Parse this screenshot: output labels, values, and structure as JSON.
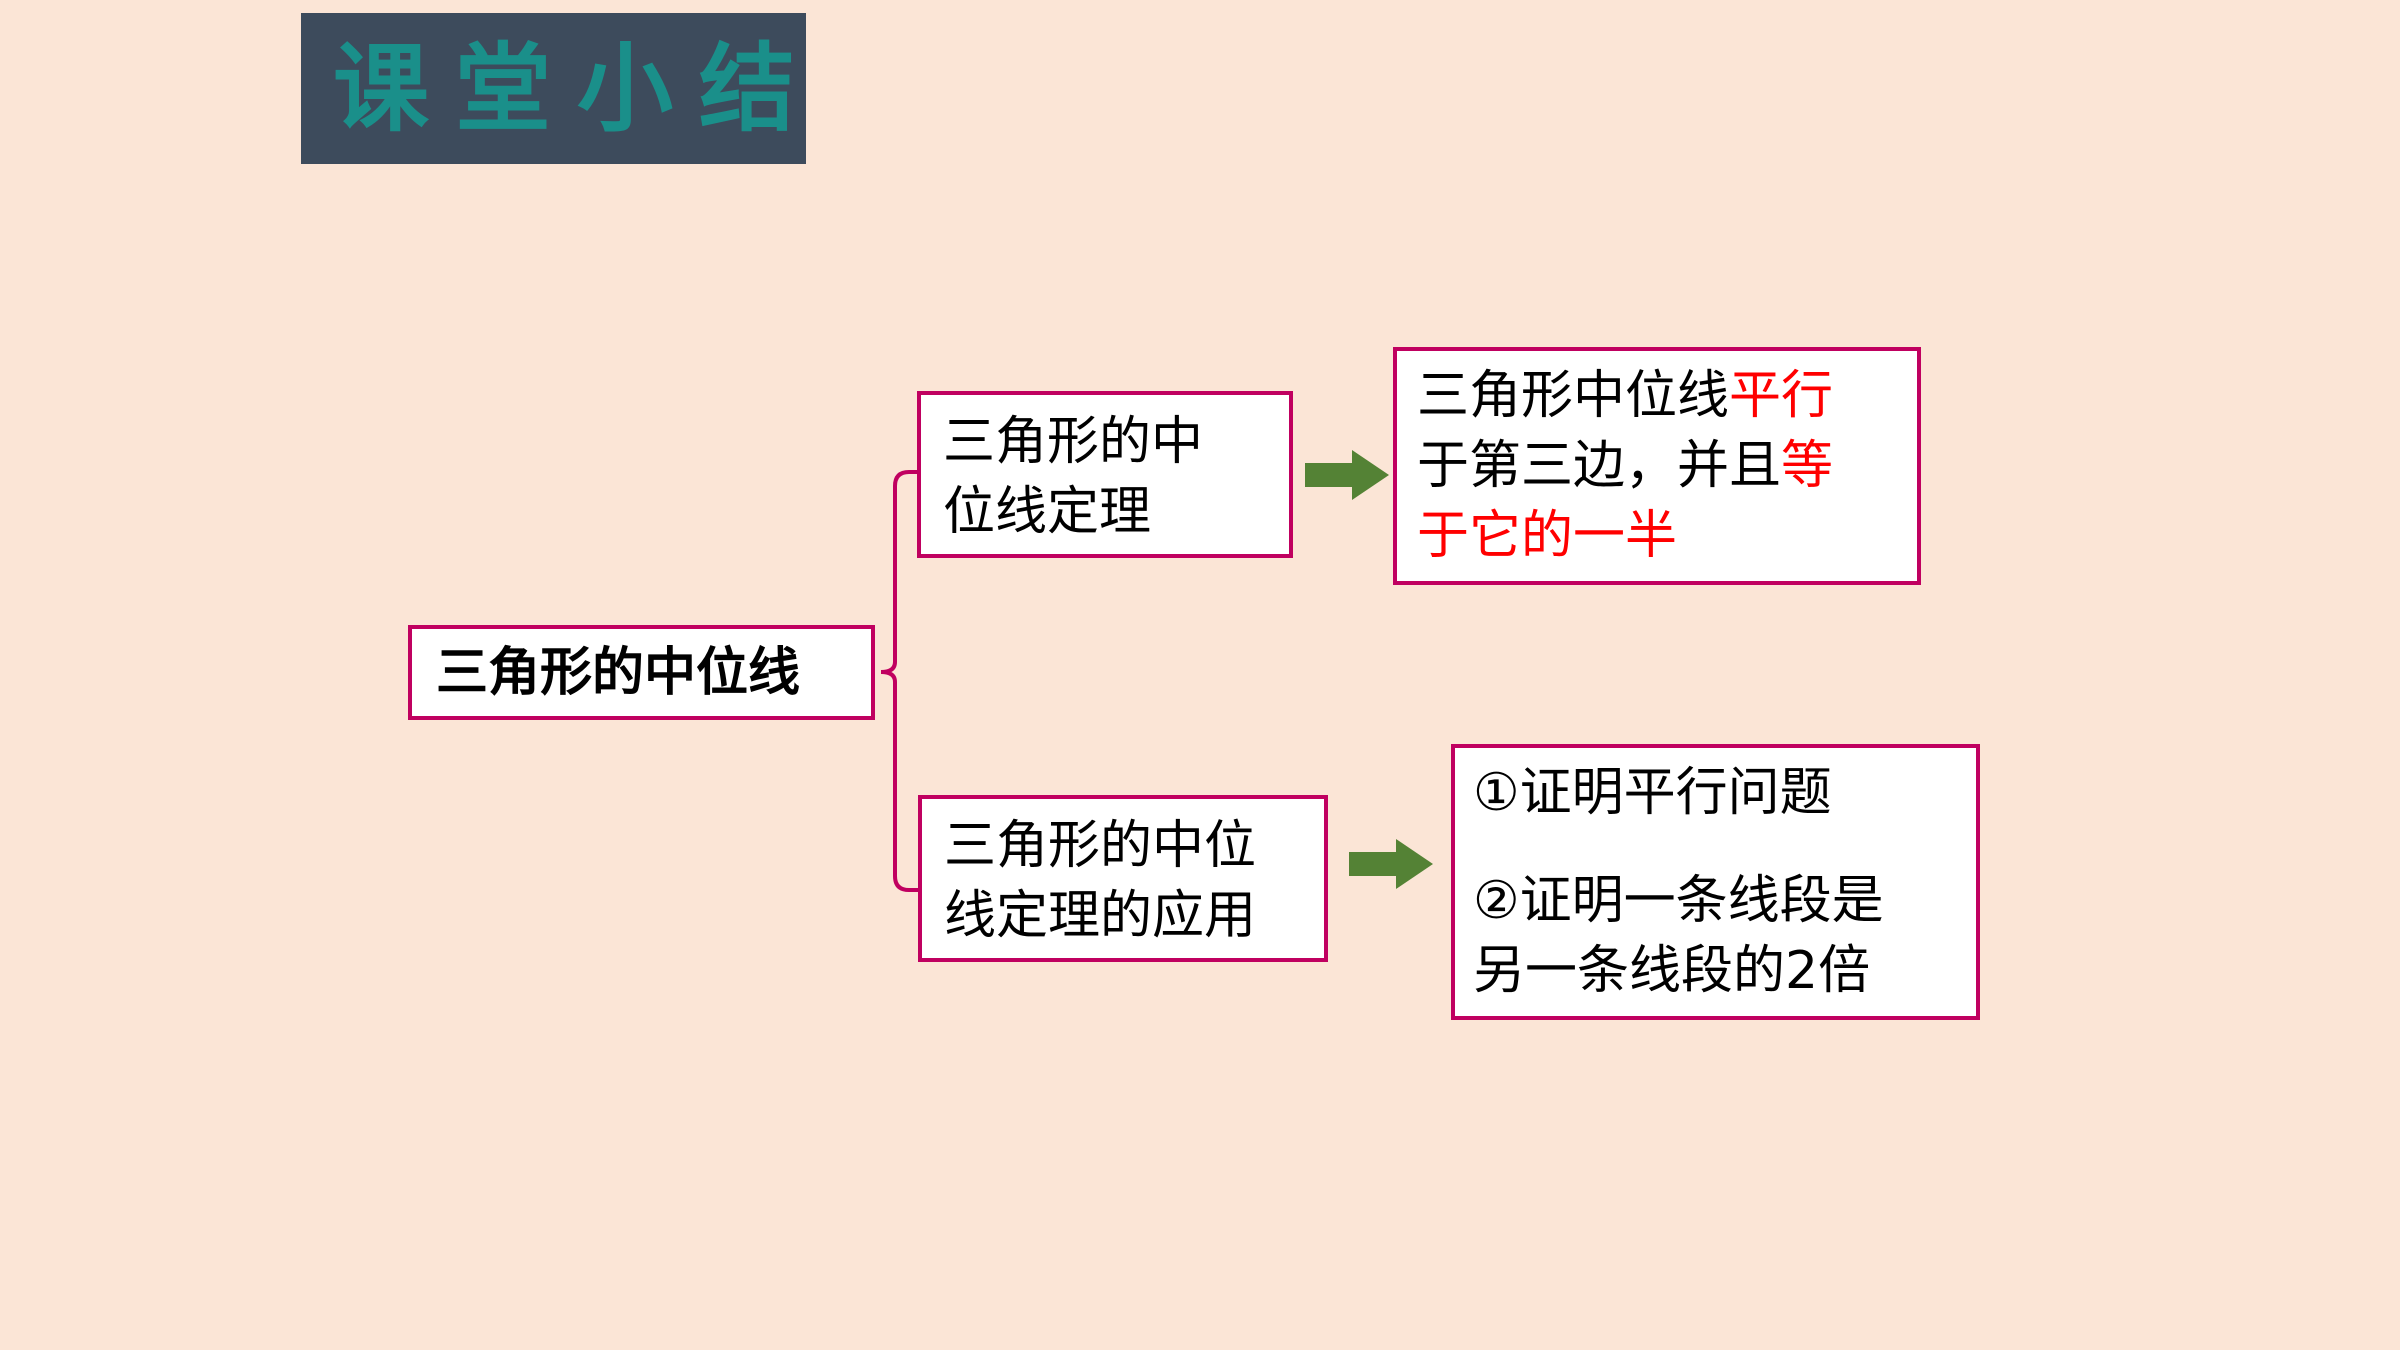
{
  "title": "课堂小结",
  "colors": {
    "background": "#fbe5d6",
    "title_banner": "#3d4b5c",
    "title_text": "#1a8f8a",
    "box_border": "#c00060",
    "arrow": "#548235",
    "highlight": "#ff0000"
  },
  "root": {
    "label": "三角形的中位线"
  },
  "theorem": {
    "line1": "三角形的中",
    "line2": "位线定理"
  },
  "theorem_result": {
    "line1_plain": "三角形中位线",
    "line1_red": "平行",
    "line2_plain": "于第三边，并且",
    "line2_red": "等",
    "line3_red": "于它的一半"
  },
  "application": {
    "line1": "三角形的中位",
    "line2": "线定理的应用"
  },
  "applications_list": {
    "item1": "①证明平行问题",
    "item2_line1": "②证明一条线段是",
    "item2_line2": "另一条线段的2倍"
  },
  "icons": {
    "arrow_top": "right-arrow-icon",
    "arrow_bottom": "right-arrow-icon"
  }
}
